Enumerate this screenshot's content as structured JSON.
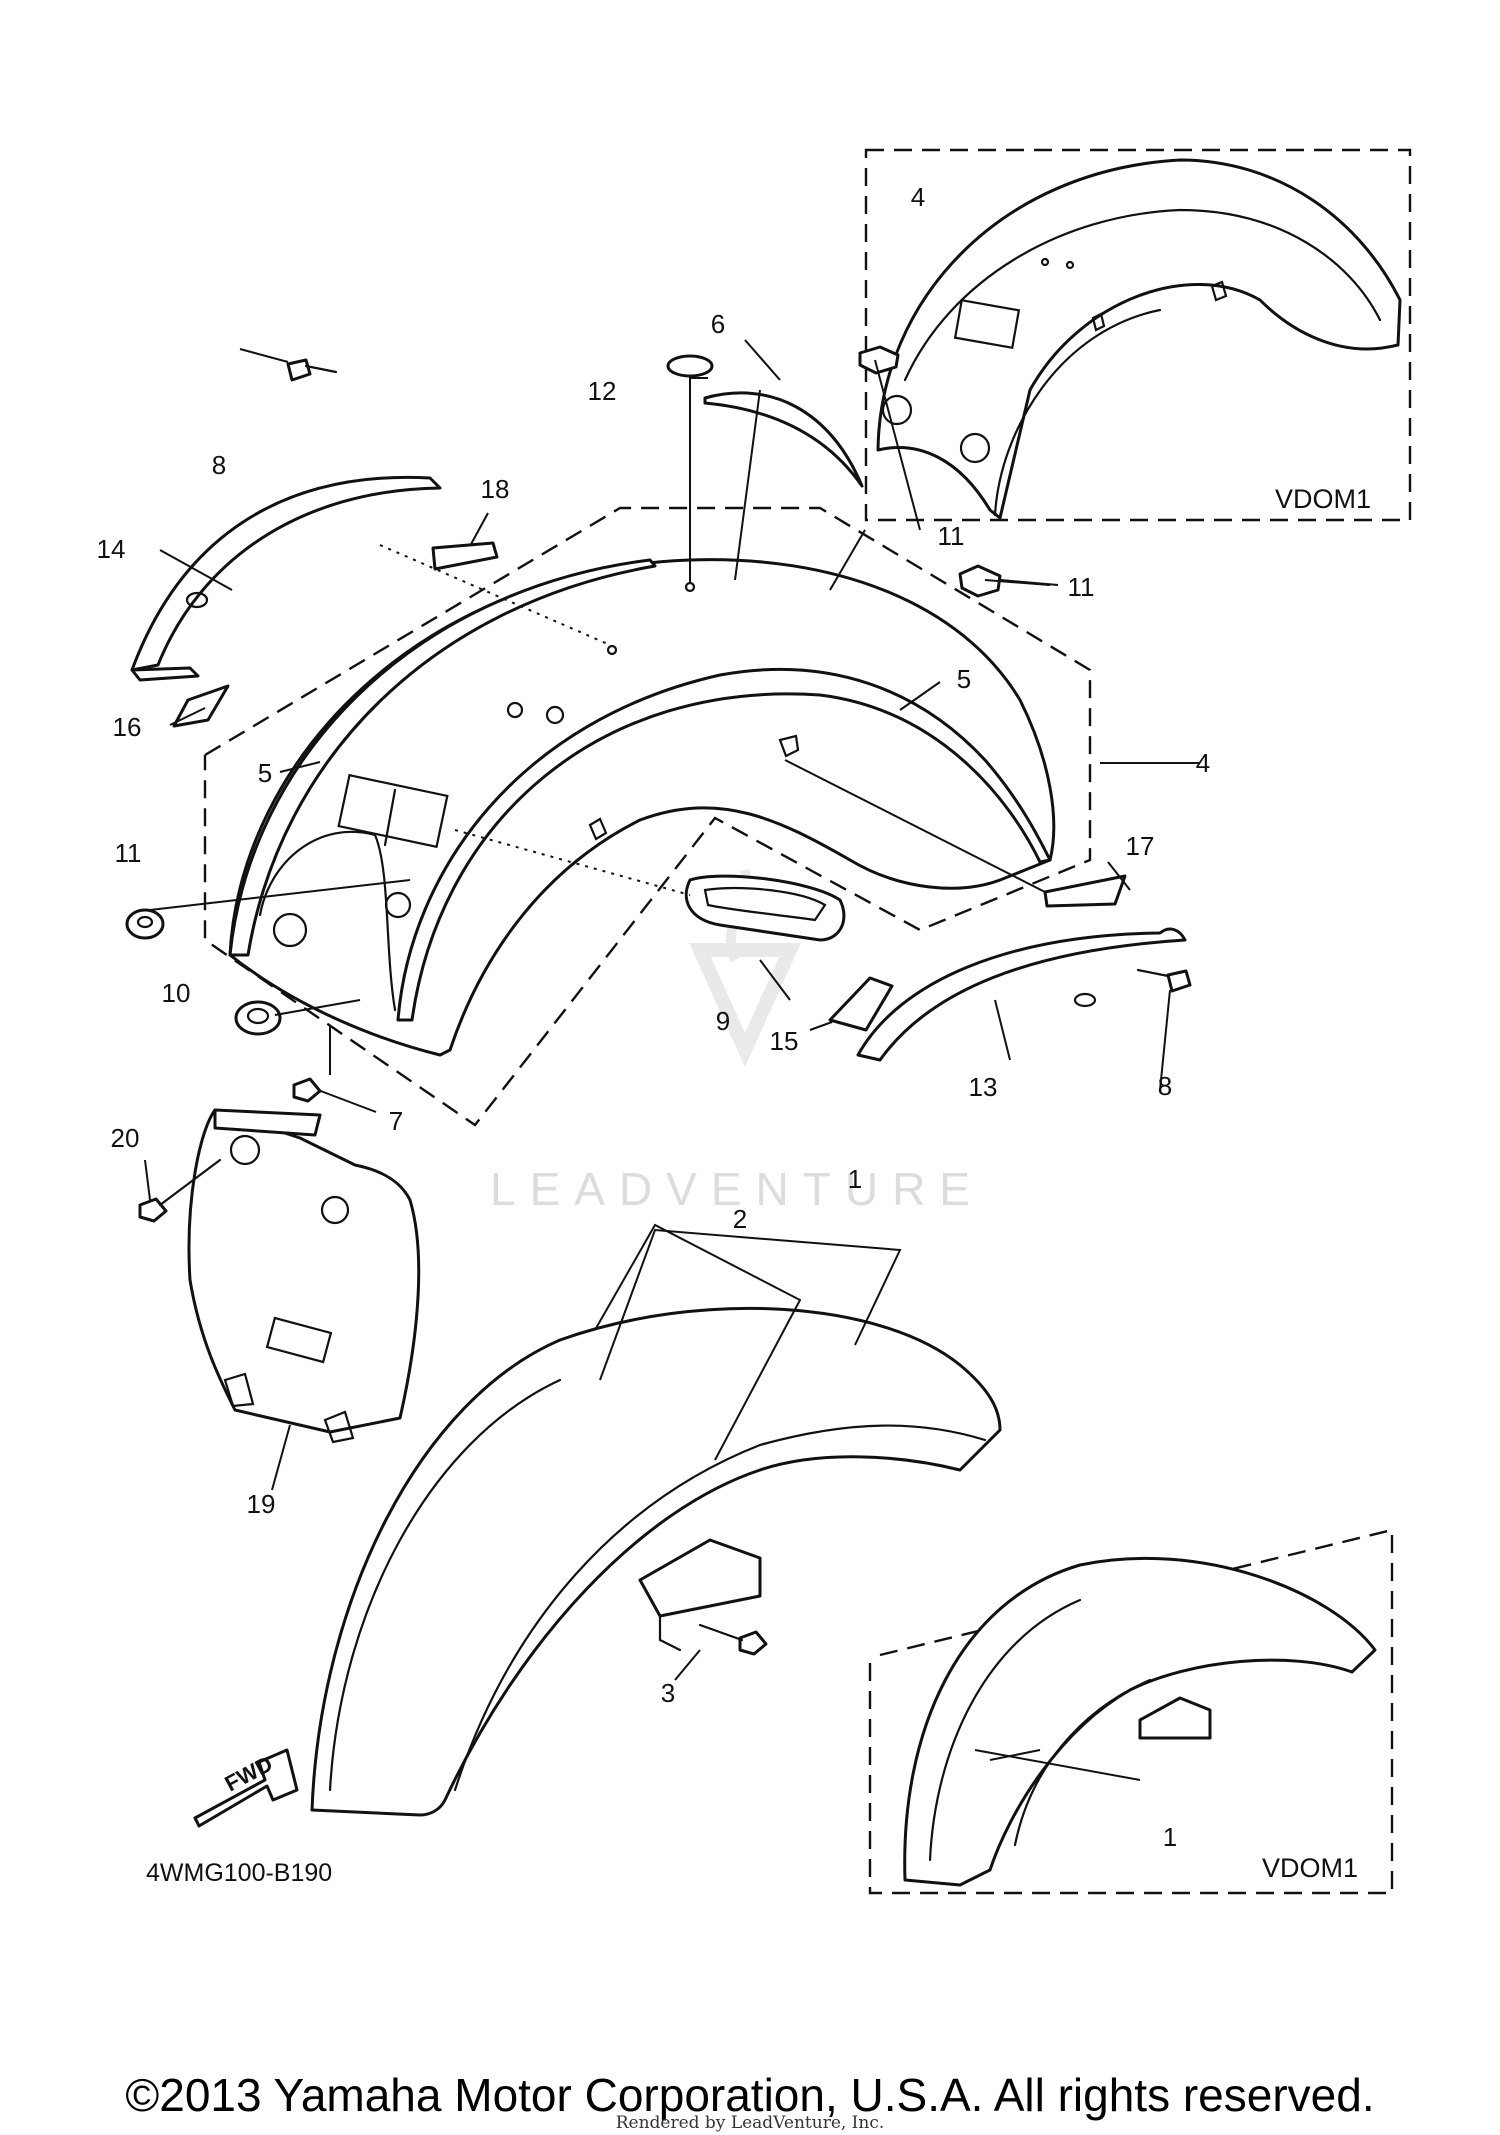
{
  "diagram": {
    "callouts": [
      "1",
      "2",
      "3",
      "4",
      "5",
      "6",
      "7",
      "8",
      "9",
      "10",
      "11",
      "12",
      "13",
      "14",
      "15",
      "16",
      "17",
      "18",
      "19",
      "20"
    ],
    "variant_label_rear": "VDOM1",
    "variant_label_front": "VDOM1",
    "drawing_code": "4WMG100-B190",
    "direction_arrow": "FWD",
    "watermark": "LEADVENTURE"
  },
  "footer": {
    "copyright": "©2013 Yamaha Motor Corporation, U.S.A. All rights reserved.",
    "rendered_by": "Rendered by LeadVenture, Inc."
  }
}
